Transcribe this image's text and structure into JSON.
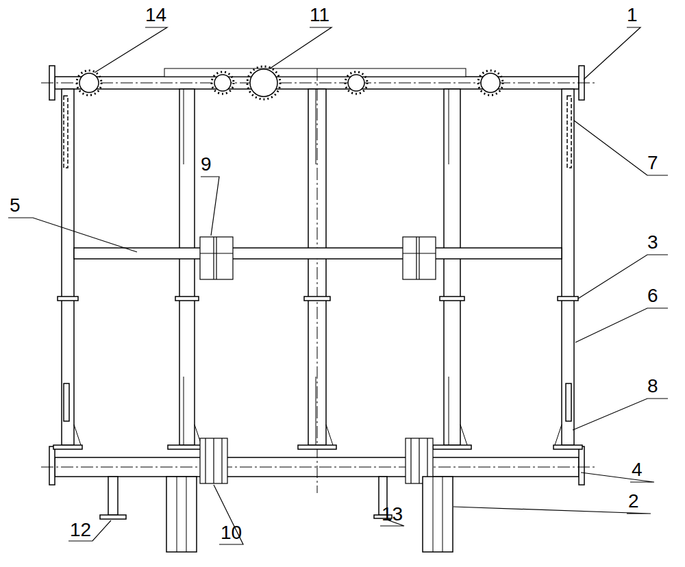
{
  "diagram": {
    "labels": [
      "14",
      "11",
      "1",
      "7",
      "5",
      "9",
      "3",
      "6",
      "8",
      "12",
      "10",
      "13",
      "4",
      "2"
    ]
  }
}
